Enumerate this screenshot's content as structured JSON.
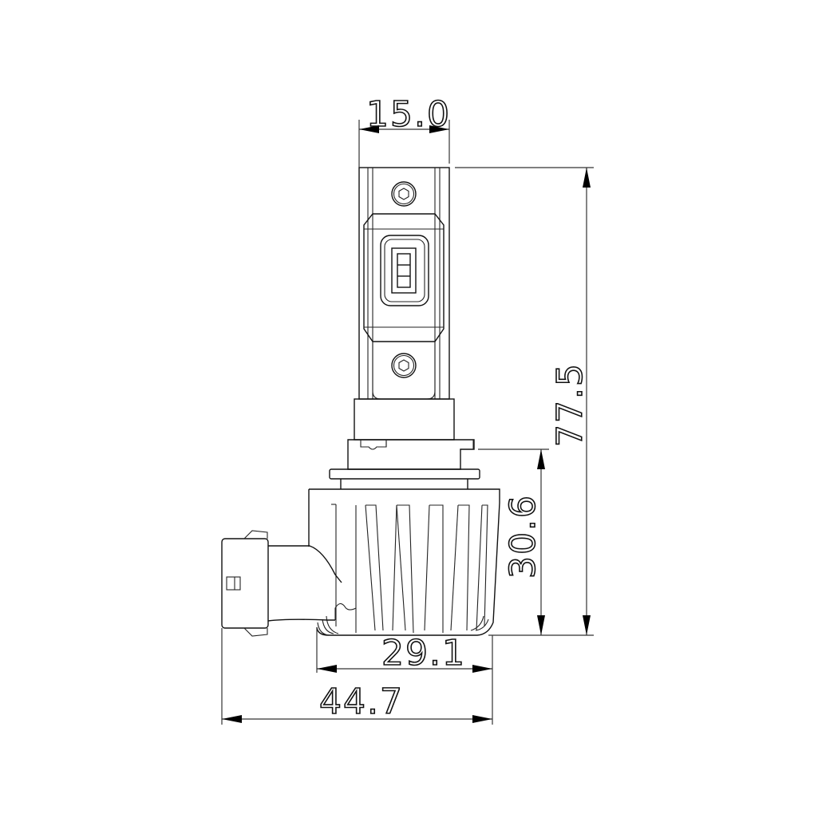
{
  "drawing": {
    "subject": "LED headlight bulb side view",
    "line_color": "#111111",
    "background": "#ffffff"
  },
  "dimensions": {
    "top_width": {
      "label": "15.0",
      "value": 15.0,
      "orientation": "horizontal"
    },
    "total_height": {
      "label": "77.5",
      "value": 77.5,
      "orientation": "vertical"
    },
    "base_height": {
      "label": "30.6",
      "value": 30.6,
      "orientation": "vertical"
    },
    "base_width": {
      "label": "29.1",
      "value": 29.1,
      "orientation": "horizontal"
    },
    "total_width": {
      "label": "44.7",
      "value": 44.7,
      "orientation": "horizontal"
    }
  },
  "components": {
    "led_module": "led-chip-board",
    "screws": [
      "upper-hex-screw",
      "lower-hex-screw"
    ],
    "collar": "locking-collar",
    "heatsink": "finned-heatsink",
    "connector": "wire-plug-connector"
  }
}
